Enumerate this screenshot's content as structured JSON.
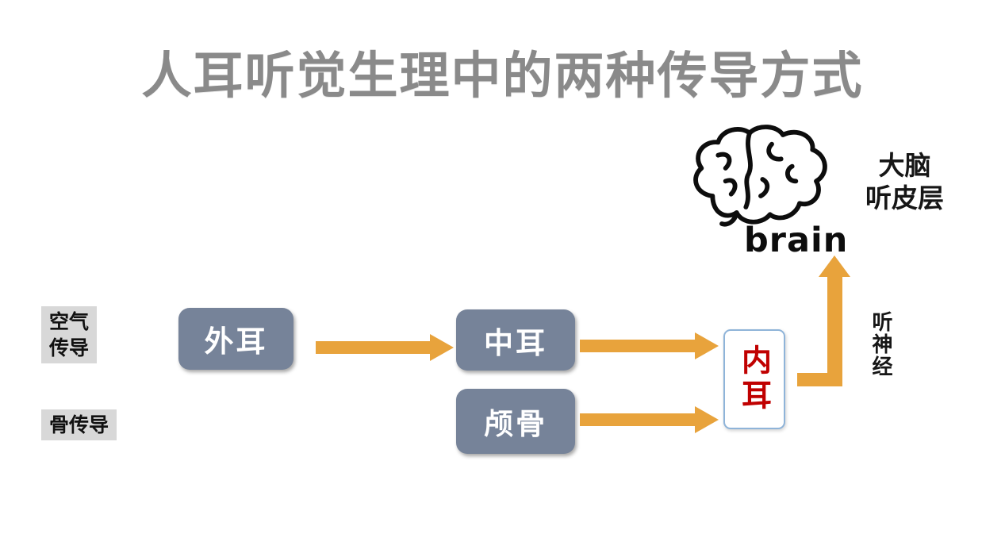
{
  "title": "人耳听觉生理中的两种传导方式",
  "brain": {
    "word": "brain",
    "caption": "大脑\n听皮层",
    "icon": "brain-line-drawing-icon"
  },
  "labels": {
    "air_conduction": "空气\n传导",
    "bone_conduction": "骨传导",
    "auditory_nerve": "听神经"
  },
  "nodes": {
    "outer_ear": "外耳",
    "middle_ear": "中耳",
    "skull": "颅骨",
    "inner_ear": "内耳"
  },
  "flows": [
    {
      "from": "外耳",
      "to": "中耳",
      "via": "air"
    },
    {
      "from": "中耳",
      "to": "内耳",
      "via": "air"
    },
    {
      "from": "颅骨",
      "to": "内耳",
      "via": "bone"
    },
    {
      "from": "内耳",
      "to": "大脑听皮层",
      "via": "听神经"
    }
  ],
  "colors": {
    "title_gray": "#8a8a8a",
    "box_blue_gray": "#768399",
    "arrow_orange": "#E8A33C",
    "inner_ear_red": "#C00000",
    "inner_ear_border": "#8FB4D9",
    "label_bg": "#d8d8d8",
    "ink": "#111111"
  }
}
